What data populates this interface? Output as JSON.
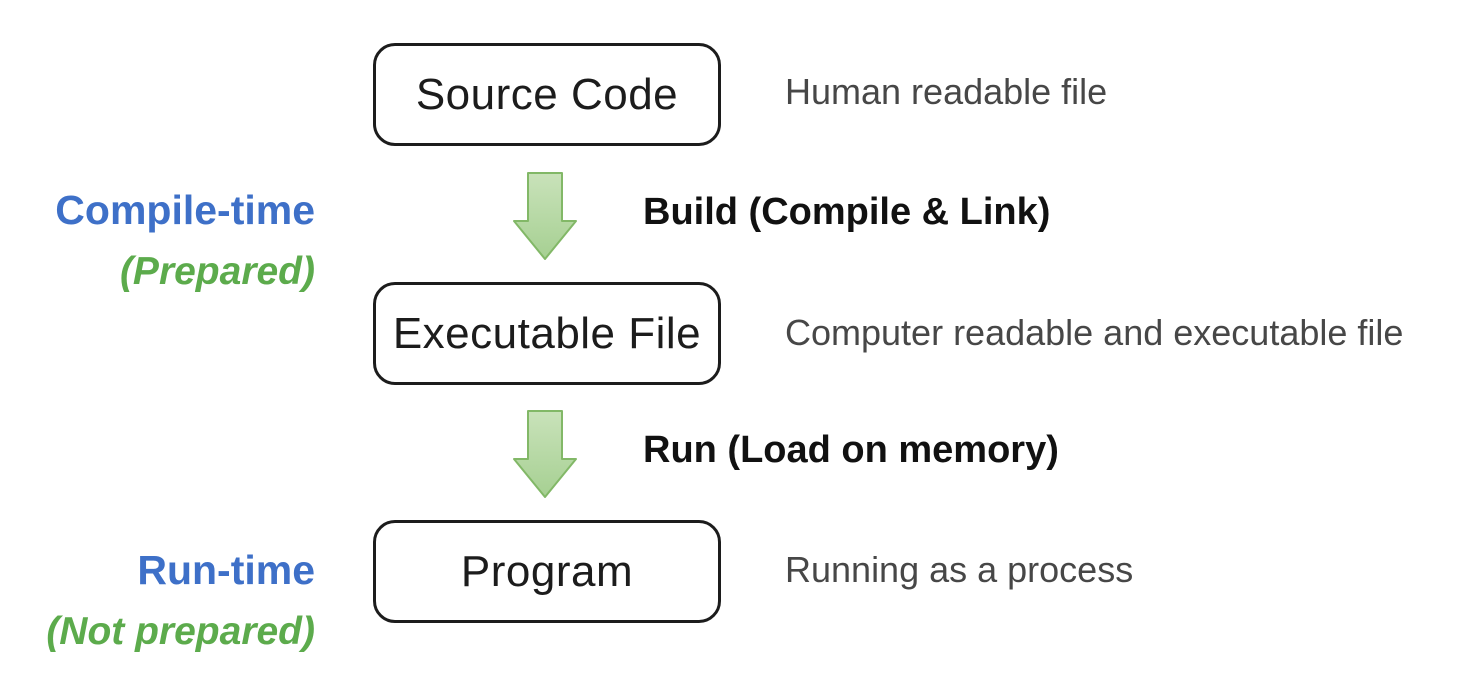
{
  "diagram": {
    "stages": [
      {
        "label": "Source Code",
        "description": "Human readable file"
      },
      {
        "label": "Executable File",
        "description": "Computer readable and executable file"
      },
      {
        "label": "Program",
        "description": "Running as a process"
      }
    ],
    "transitions": [
      {
        "label": "Build (Compile & Link)"
      },
      {
        "label": "Run (Load on memory)"
      }
    ],
    "phases": [
      {
        "name": "Compile-time",
        "note": "(Prepared)"
      },
      {
        "name": "Run-time",
        "note": "(Not prepared)"
      }
    ],
    "colors": {
      "phase_name": "#3e70c8",
      "phase_note": "#5cab4c",
      "arrow_fill_top": "#c9e2ba",
      "arrow_fill_bottom": "#a6d092",
      "arrow_stroke": "#82b867",
      "box_border": "#1c1c1c",
      "box_text": "#1c1c1c",
      "description_text": "#474747",
      "transition_text": "#111111",
      "background": "#ffffff"
    }
  }
}
